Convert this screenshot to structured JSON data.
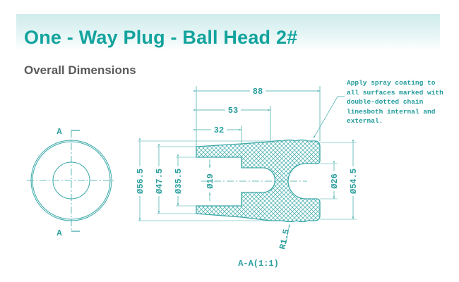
{
  "header": {
    "title": "One - Way Plug - Ball Head 2#",
    "subtitle": "Overall Dimensions"
  },
  "note": {
    "lines": [
      "Apply spray coating to",
      "all surfaces marked with",
      "double-dotted chain",
      "linesboth internal and",
      "external."
    ]
  },
  "drawing": {
    "section_label_top": "A",
    "section_label_bottom": "A",
    "section_caption": "A-A(1:1)",
    "dims": {
      "overall_length": "88",
      "length_53": "53",
      "length_32": "32",
      "d_56_5": "Ø56.5",
      "d_47_5": "Ø47.5",
      "d_35_5": "Ø35.5",
      "d_19": "Ø19",
      "d_26": "Ø26",
      "d_54_5": "Ø54.5",
      "radius": "R1.5"
    },
    "colors": {
      "line": "#3aa8a8",
      "title": "#13a39d"
    }
  }
}
